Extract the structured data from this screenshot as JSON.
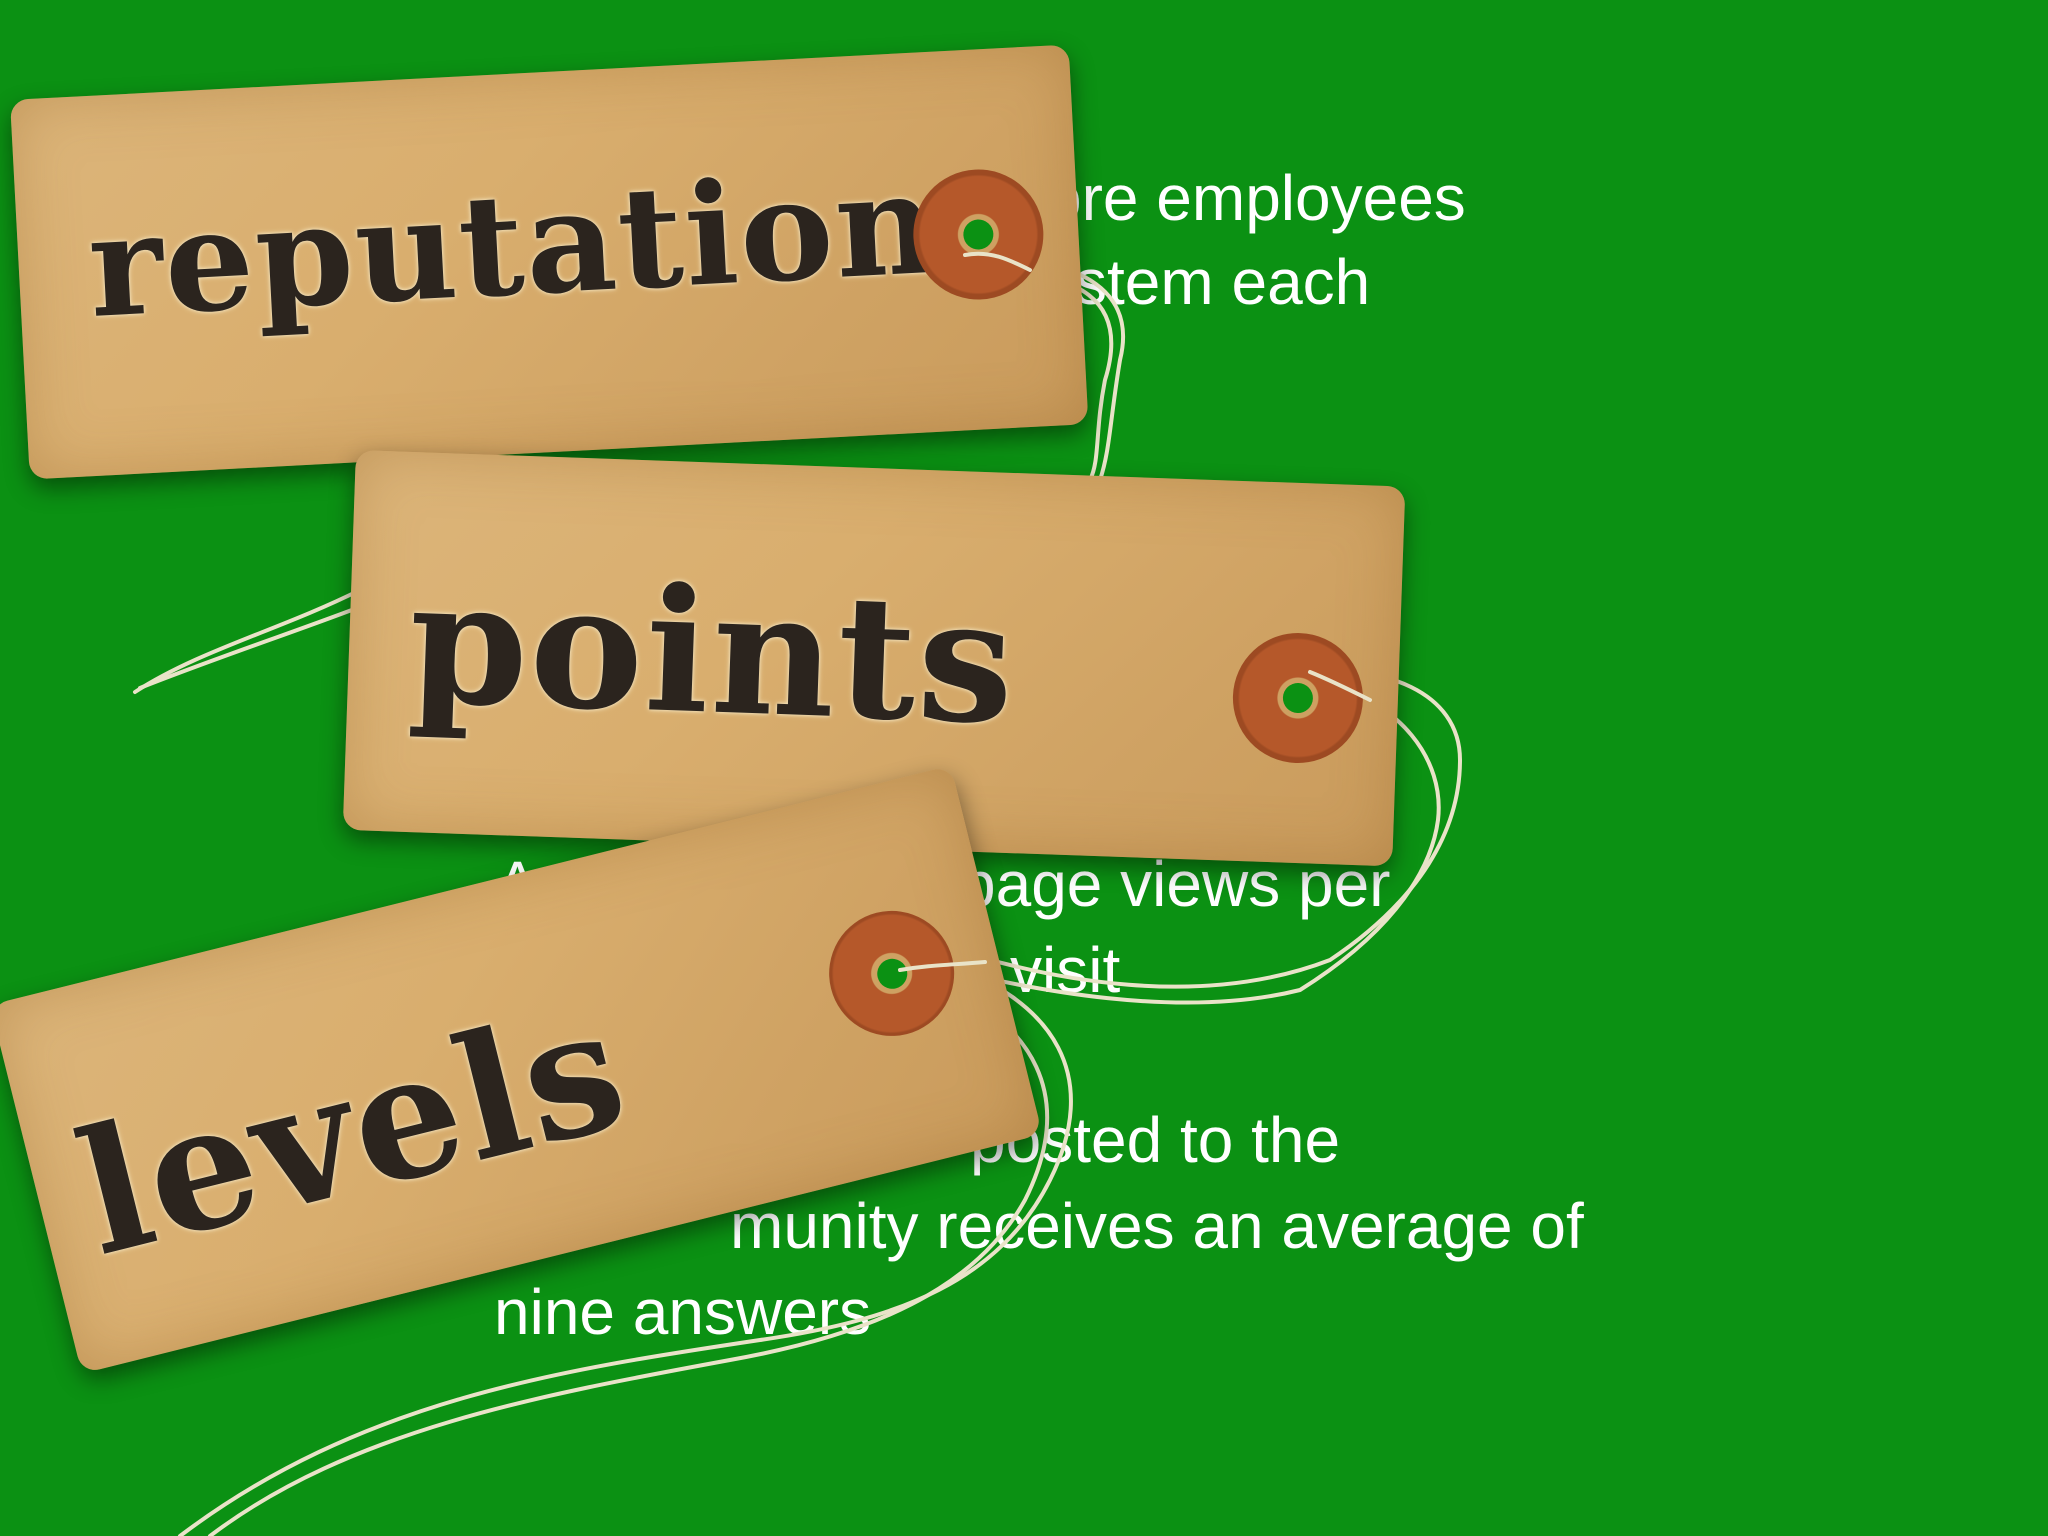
{
  "slide": {
    "background_color": "#0b9113",
    "text_color": "#ffffff"
  },
  "tags": {
    "reputation": "reputation",
    "points": "points",
    "levels": "levels"
  },
  "text_fragments": {
    "block1_line1": "bre employees",
    "block1_line2": "stem each",
    "block2_line1_a": "A",
    "block2_line1_b": "page views per",
    "block2_line2": "visit",
    "block3_line1": "posted to the",
    "block3_line2": "munity receives an average of",
    "block3_line3": "nine answers"
  },
  "colors": {
    "tag_paper": "#d9ae6e",
    "tag_ink": "#2b241e",
    "grommet": "#b5582a",
    "string": "#e9e3c8"
  }
}
